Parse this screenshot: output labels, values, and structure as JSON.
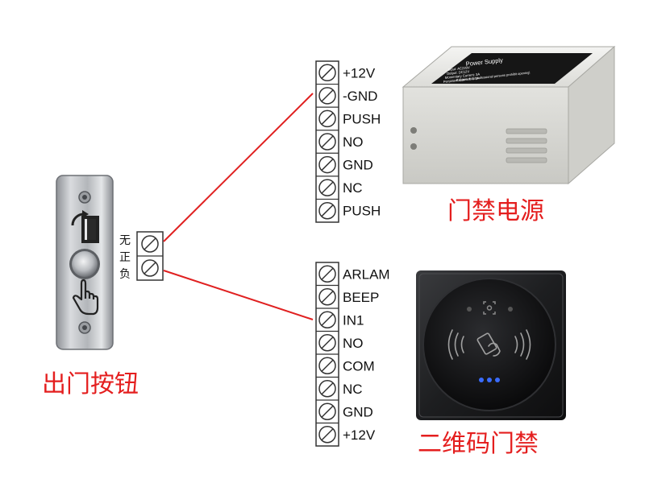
{
  "exit_button": {
    "caption": "出门按钮",
    "terminal_note_chars": [
      "无",
      "正",
      "负"
    ]
  },
  "power_supply": {
    "caption": "门禁电源",
    "terminals": [
      "+12V",
      "-GND",
      "PUSH",
      "NO",
      "GND",
      "NC",
      "PUSH"
    ],
    "label_title": "Power Supply",
    "label_lines": [
      "Input: AC220V",
      "Output: DC12V",
      "Momentary Current: 3A",
      "Persistent Current: 1.5A"
    ],
    "label_warning": "Caution: Non professional persons prohibit opening!"
  },
  "qr_reader": {
    "caption": "二维码门禁",
    "terminals": [
      "ARLAM",
      "BEEP",
      "IN1",
      "NO",
      "COM",
      "NC",
      "GND",
      "+12V"
    ]
  },
  "colors": {
    "wire": "#e02020",
    "caption": "#e41e1e",
    "terminal_border": "#333333"
  }
}
